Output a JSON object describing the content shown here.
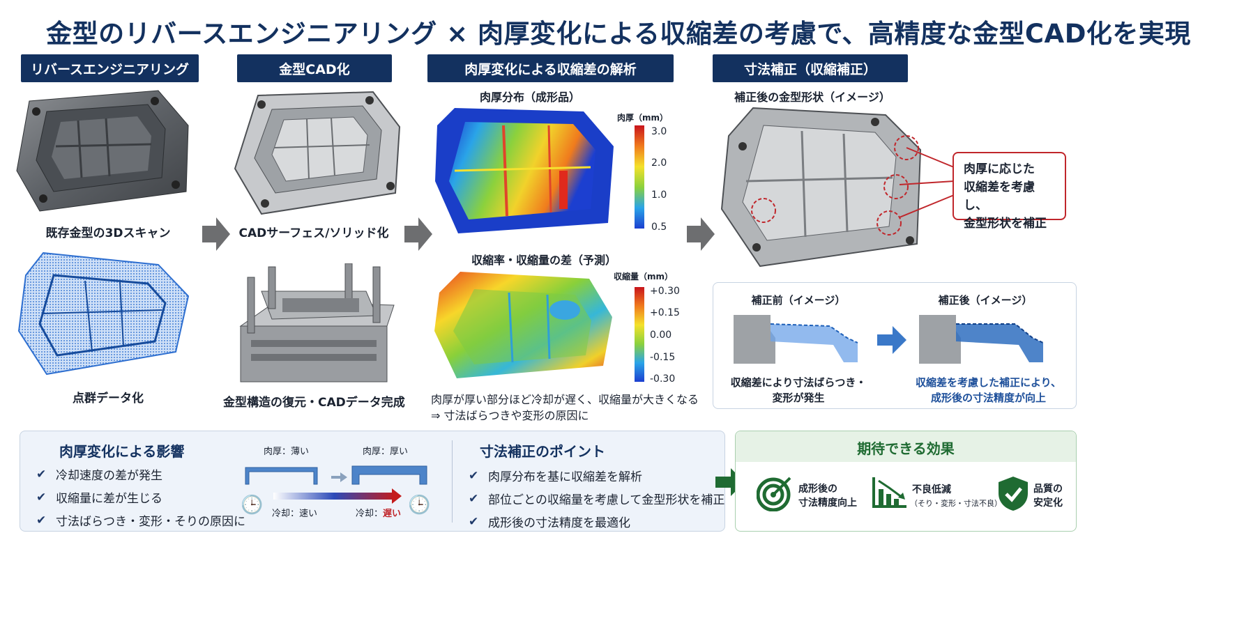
{
  "title": "金型のリバースエンジニアリング × 肉厚変化による収縮差の考慮で、高精度な金型CAD化を実現",
  "columns": {
    "reverse": {
      "header": "リバースエンジニアリング",
      "caption1": "既存金型の3Dスキャン",
      "caption2": "点群データ化"
    },
    "cad": {
      "header": "金型CAD化",
      "caption1": "CADサーフェス/ソリッド化",
      "caption2": "金型構造の復元・CADデータ完成"
    },
    "analysis": {
      "header": "肉厚変化による収縮差の解析",
      "thickness_title": "肉厚分布（成形品）",
      "thickness_unit": "肉厚（mm）",
      "thickness_ticks": [
        "3.0",
        "2.0",
        "1.0",
        "0.5"
      ],
      "shrink_title": "収縮率・収縮量の差（予測）",
      "shrink_unit": "収縮量（mm）",
      "shrink_ticks": [
        "+0.30",
        "+0.15",
        "0.00",
        "-0.15",
        "-0.30"
      ],
      "note1": "肉厚が厚い部分ほど冷却が遅く、収縮量が大きくなる",
      "note2": "⇒ 寸法ばらつきや変形の原因に"
    },
    "correction": {
      "header": "寸法補正（収縮補正）",
      "subtitle": "補正後の金型形状（イメージ）",
      "callout": [
        "肉厚に応じた",
        "収縮差を考慮し、",
        "金型形状を補正"
      ],
      "before_title": "補正前（イメージ）",
      "after_title": "補正後（イメージ）",
      "before_caption": [
        "収縮差により寸法ばらつき・",
        "変形が発生"
      ],
      "after_caption": [
        "収縮差を考慮した補正により、",
        "成形後の寸法精度が向上"
      ]
    }
  },
  "influence": {
    "title": "肉厚変化による影響",
    "items": [
      "冷却速度の差が発生",
      "収縮量に差が生じる",
      "寸法ばらつき・変形・そりの原因に"
    ],
    "thin_label": "肉厚：薄い",
    "thick_label": "肉厚：厚い",
    "cool_fast": "冷却：速い",
    "cool_slow_prefix": "冷却：",
    "cool_slow_word": "遅い"
  },
  "points": {
    "title": "寸法補正のポイント",
    "items": [
      "肉厚分布を基に収縮差を解析",
      "部位ごとの収縮量を考慮して金型形状を補正",
      "成形後の寸法精度を最適化"
    ]
  },
  "effects": {
    "title": "期待できる効果",
    "e1": [
      "成形後の",
      "寸法精度向上"
    ],
    "e2_main": "不良低減",
    "e2_sub": "（そり・変形・寸法不良）",
    "e3": [
      "品質の",
      "安定化"
    ]
  },
  "colors": {
    "navy": "#13315f",
    "green": "#1f6b32",
    "red": "#c0262b",
    "blue": "#2f6fc0"
  }
}
